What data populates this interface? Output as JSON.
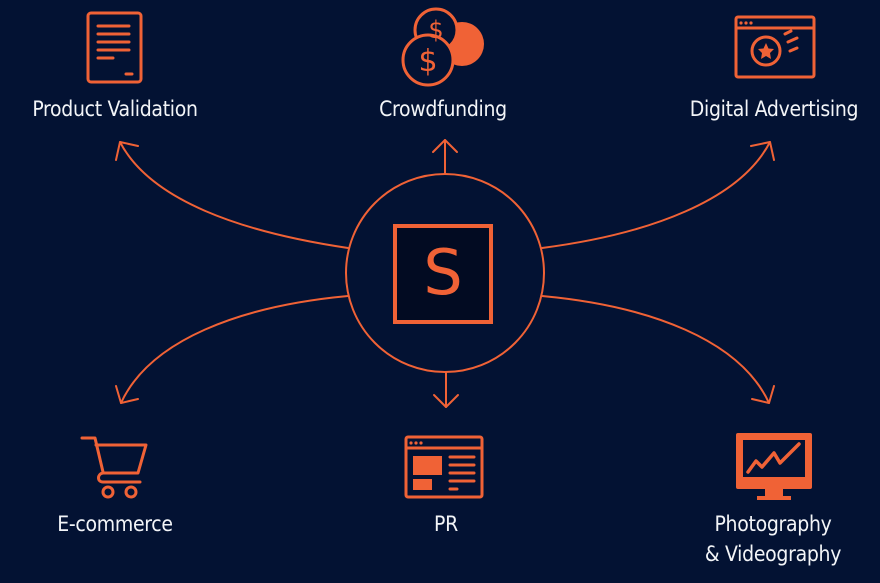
{
  "colors": {
    "background": "#031233",
    "accent": "#f06236",
    "text": "#f3f5f8",
    "hub_inner": "#020b22"
  },
  "hub": {
    "letter": "S",
    "icon": "logo-s-square-icon"
  },
  "nodes": [
    {
      "id": "product-validation",
      "label": "Product Validation",
      "icon": "document-icon",
      "position": "top-left"
    },
    {
      "id": "crowdfunding",
      "label": "Crowdfunding",
      "icon": "coins-dollar-icon",
      "position": "top-center"
    },
    {
      "id": "digital-advertising",
      "label": "Digital Advertising",
      "icon": "browser-star-icon",
      "position": "top-right"
    },
    {
      "id": "e-commerce",
      "label": "E-commerce",
      "icon": "shopping-cart-icon",
      "position": "bottom-left"
    },
    {
      "id": "pr",
      "label": "PR",
      "icon": "browser-layout-icon",
      "position": "bottom-center"
    },
    {
      "id": "photography-videography",
      "label_line1": "Photography",
      "label_line2": "& Videography",
      "icon": "monitor-chart-icon",
      "position": "bottom-right"
    }
  ]
}
